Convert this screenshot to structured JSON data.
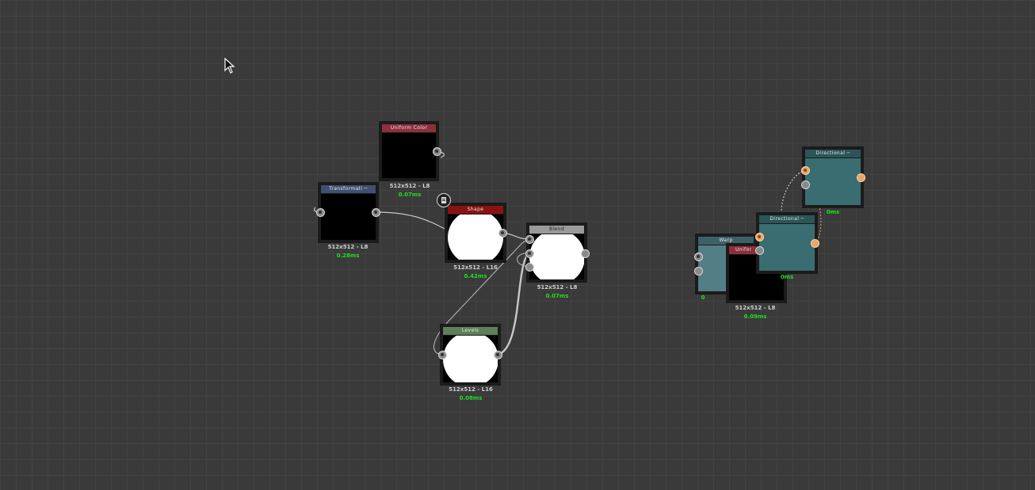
{
  "canvas": {
    "background": "#3a3a3a",
    "grid_color": "#434343"
  },
  "nodes": {
    "uniform_color": {
      "title": "Uniform Color",
      "resolution": "512x512 - L8",
      "time": "0.07ms",
      "header_color": "#8e2f3c"
    },
    "transformation": {
      "title": "Transformati",
      "resolution": "512x512 - L8",
      "time": "0.28ms",
      "header_color": "#3f5070"
    },
    "shape": {
      "title": "Shape",
      "resolution": "512x512 - L16",
      "time": "0.42ms",
      "header_color": "#8a1212"
    },
    "blend": {
      "title": "Blend",
      "resolution": "512x512 - L8",
      "time": "0.07ms",
      "header_color": "#9a9a9a"
    },
    "levels": {
      "title": "Levels",
      "resolution": "512x512 - L16",
      "time": "0.08ms",
      "header_color": "#5f7f5a"
    },
    "directional_top": {
      "title": "Directional",
      "time": "0ms",
      "header_color": "#2c5558"
    },
    "directional_mid": {
      "title": "Directional",
      "time": "0ms",
      "header_color": "#2c5558"
    },
    "warp": {
      "title": "Warp",
      "time": "0",
      "header_color": "#3d6168"
    },
    "uniform_back": {
      "title": "Unifor",
      "resolution": "512x512 - L8",
      "time": "0.09ms",
      "header_color": "#8e2f3c"
    }
  },
  "icons": {
    "document": "document-icon",
    "cursor": "mouse-pointer-icon"
  },
  "colors": {
    "wire": "#c8c8c8",
    "wire_orange": "#e9a568",
    "time_text": "#22dd22"
  }
}
